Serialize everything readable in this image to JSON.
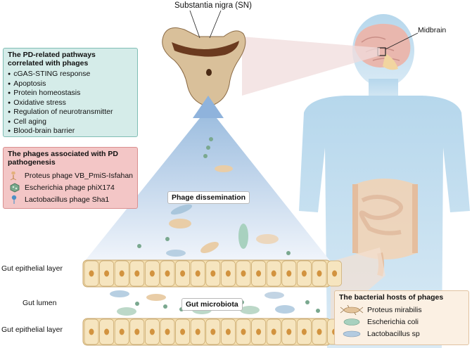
{
  "labels": {
    "sn": "Substantia nigra (SN)",
    "midbrain": "Midbrain",
    "gut_epithelial_top": "Gut epithelial layer",
    "gut_lumen": "Gut lumen",
    "gut_epithelial_bottom": "Gut epithelial layer",
    "phage_dissemination": "Phage dissemination",
    "gut_microbiota": "Gut microbiota"
  },
  "pathways_box": {
    "title": "The PD-related pathways correlated with phages",
    "items": [
      "cGAS-STING response",
      "Apoptosis",
      "Protein homeostasis",
      "Oxidative stress",
      "Regulation of neurotransmitter",
      "Cell aging",
      "Blood-brain barrier"
    ]
  },
  "phages_box": {
    "title": "The phages associated with PD pathogenesis",
    "items": [
      {
        "label": "Proteus phage VB_PmiS-Isfahan",
        "icon": "tailed-phage-icon"
      },
      {
        "label": "Escherichia phage phiX174",
        "icon": "icosahedral-phage-icon"
      },
      {
        "label": "Lactobacillus phage Sha1",
        "icon": "lollipop-phage-icon"
      }
    ]
  },
  "hosts_box": {
    "title": "The bacterial hosts of phages",
    "items": [
      {
        "label": "Proteus mirabilis",
        "icon": "proteus-bacterium-icon"
      },
      {
        "label": "Escherichia coli",
        "icon": "ecoli-bacterium-icon"
      },
      {
        "label": "Lactobacillus sp",
        "icon": "lactobacillus-bacterium-icon"
      }
    ]
  },
  "colors": {
    "pathways_bg": "#d5ece9",
    "pathways_border": "#7fbdb4",
    "phages_bg": "#f3c6c6",
    "phages_border": "#d98f8f",
    "hosts_bg": "#fbf0e3",
    "hosts_border": "#e0c2a0",
    "body": "#b8d8ec",
    "epithelium": "#f4dfb0",
    "nucleus": "#d2933f",
    "brain_section": "#d9c09a",
    "brain_dark": "#6b3a1f"
  }
}
